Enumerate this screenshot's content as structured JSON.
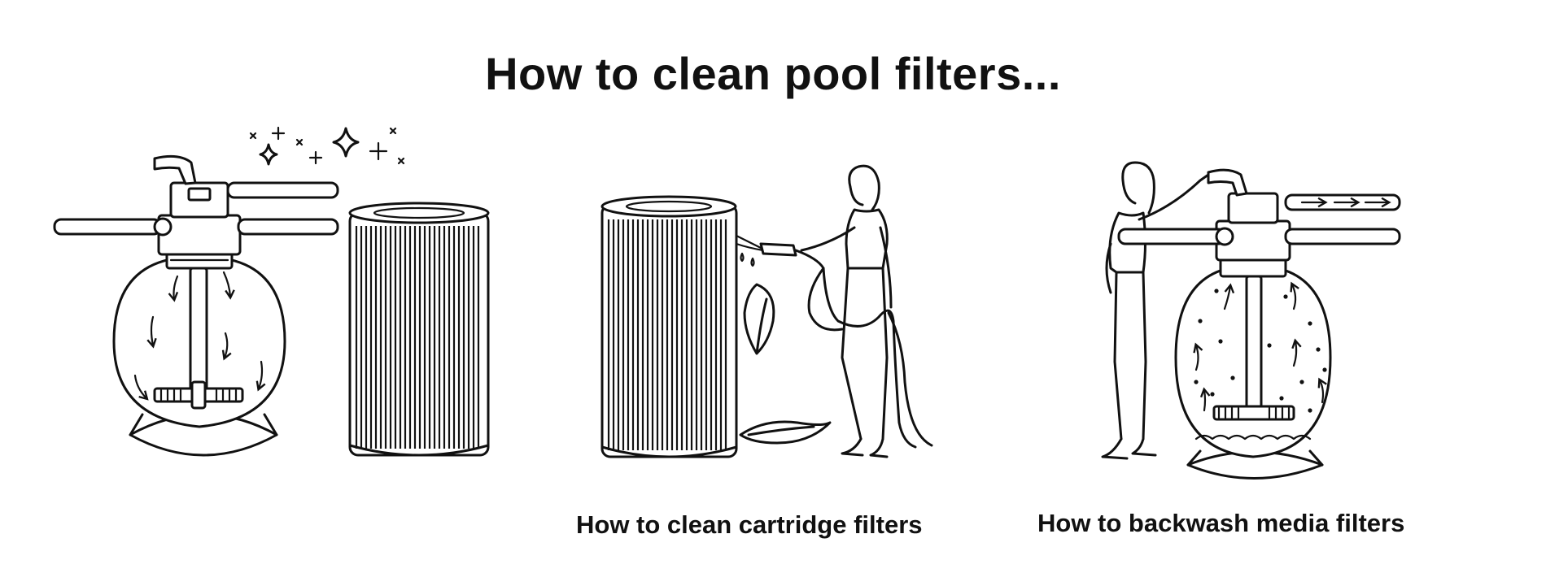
{
  "title": "How to clean pool filters...",
  "captions": {
    "cartridge": "How to clean cartridge filters",
    "media": "How to backwash media filters"
  },
  "colors": {
    "ink": "#111111",
    "background": "#ffffff"
  }
}
